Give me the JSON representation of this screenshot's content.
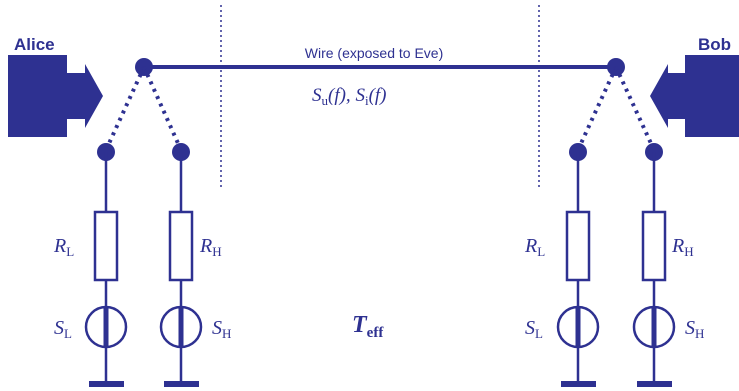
{
  "colors": {
    "primary": "#2e3191",
    "background": "#ffffff"
  },
  "alice": {
    "label": "Alice"
  },
  "bob": {
    "label": "Bob"
  },
  "wire": {
    "label": "Wire (exposed to Eve)",
    "spectra": {
      "s_u": "S",
      "s_u_sub": "u",
      "s_u_arg": "(f), ",
      "s_i": "S",
      "s_i_sub": "i",
      "s_i_arg": "(f)"
    }
  },
  "temperature": {
    "symbol": "T",
    "subscript": "eff"
  },
  "components": {
    "resistor_low": {
      "symbol": "R",
      "subscript": "L"
    },
    "resistor_high": {
      "symbol": "R",
      "subscript": "H"
    },
    "source_low": {
      "symbol": "S",
      "subscript": "L"
    },
    "source_high": {
      "symbol": "S",
      "subscript": "H"
    }
  }
}
